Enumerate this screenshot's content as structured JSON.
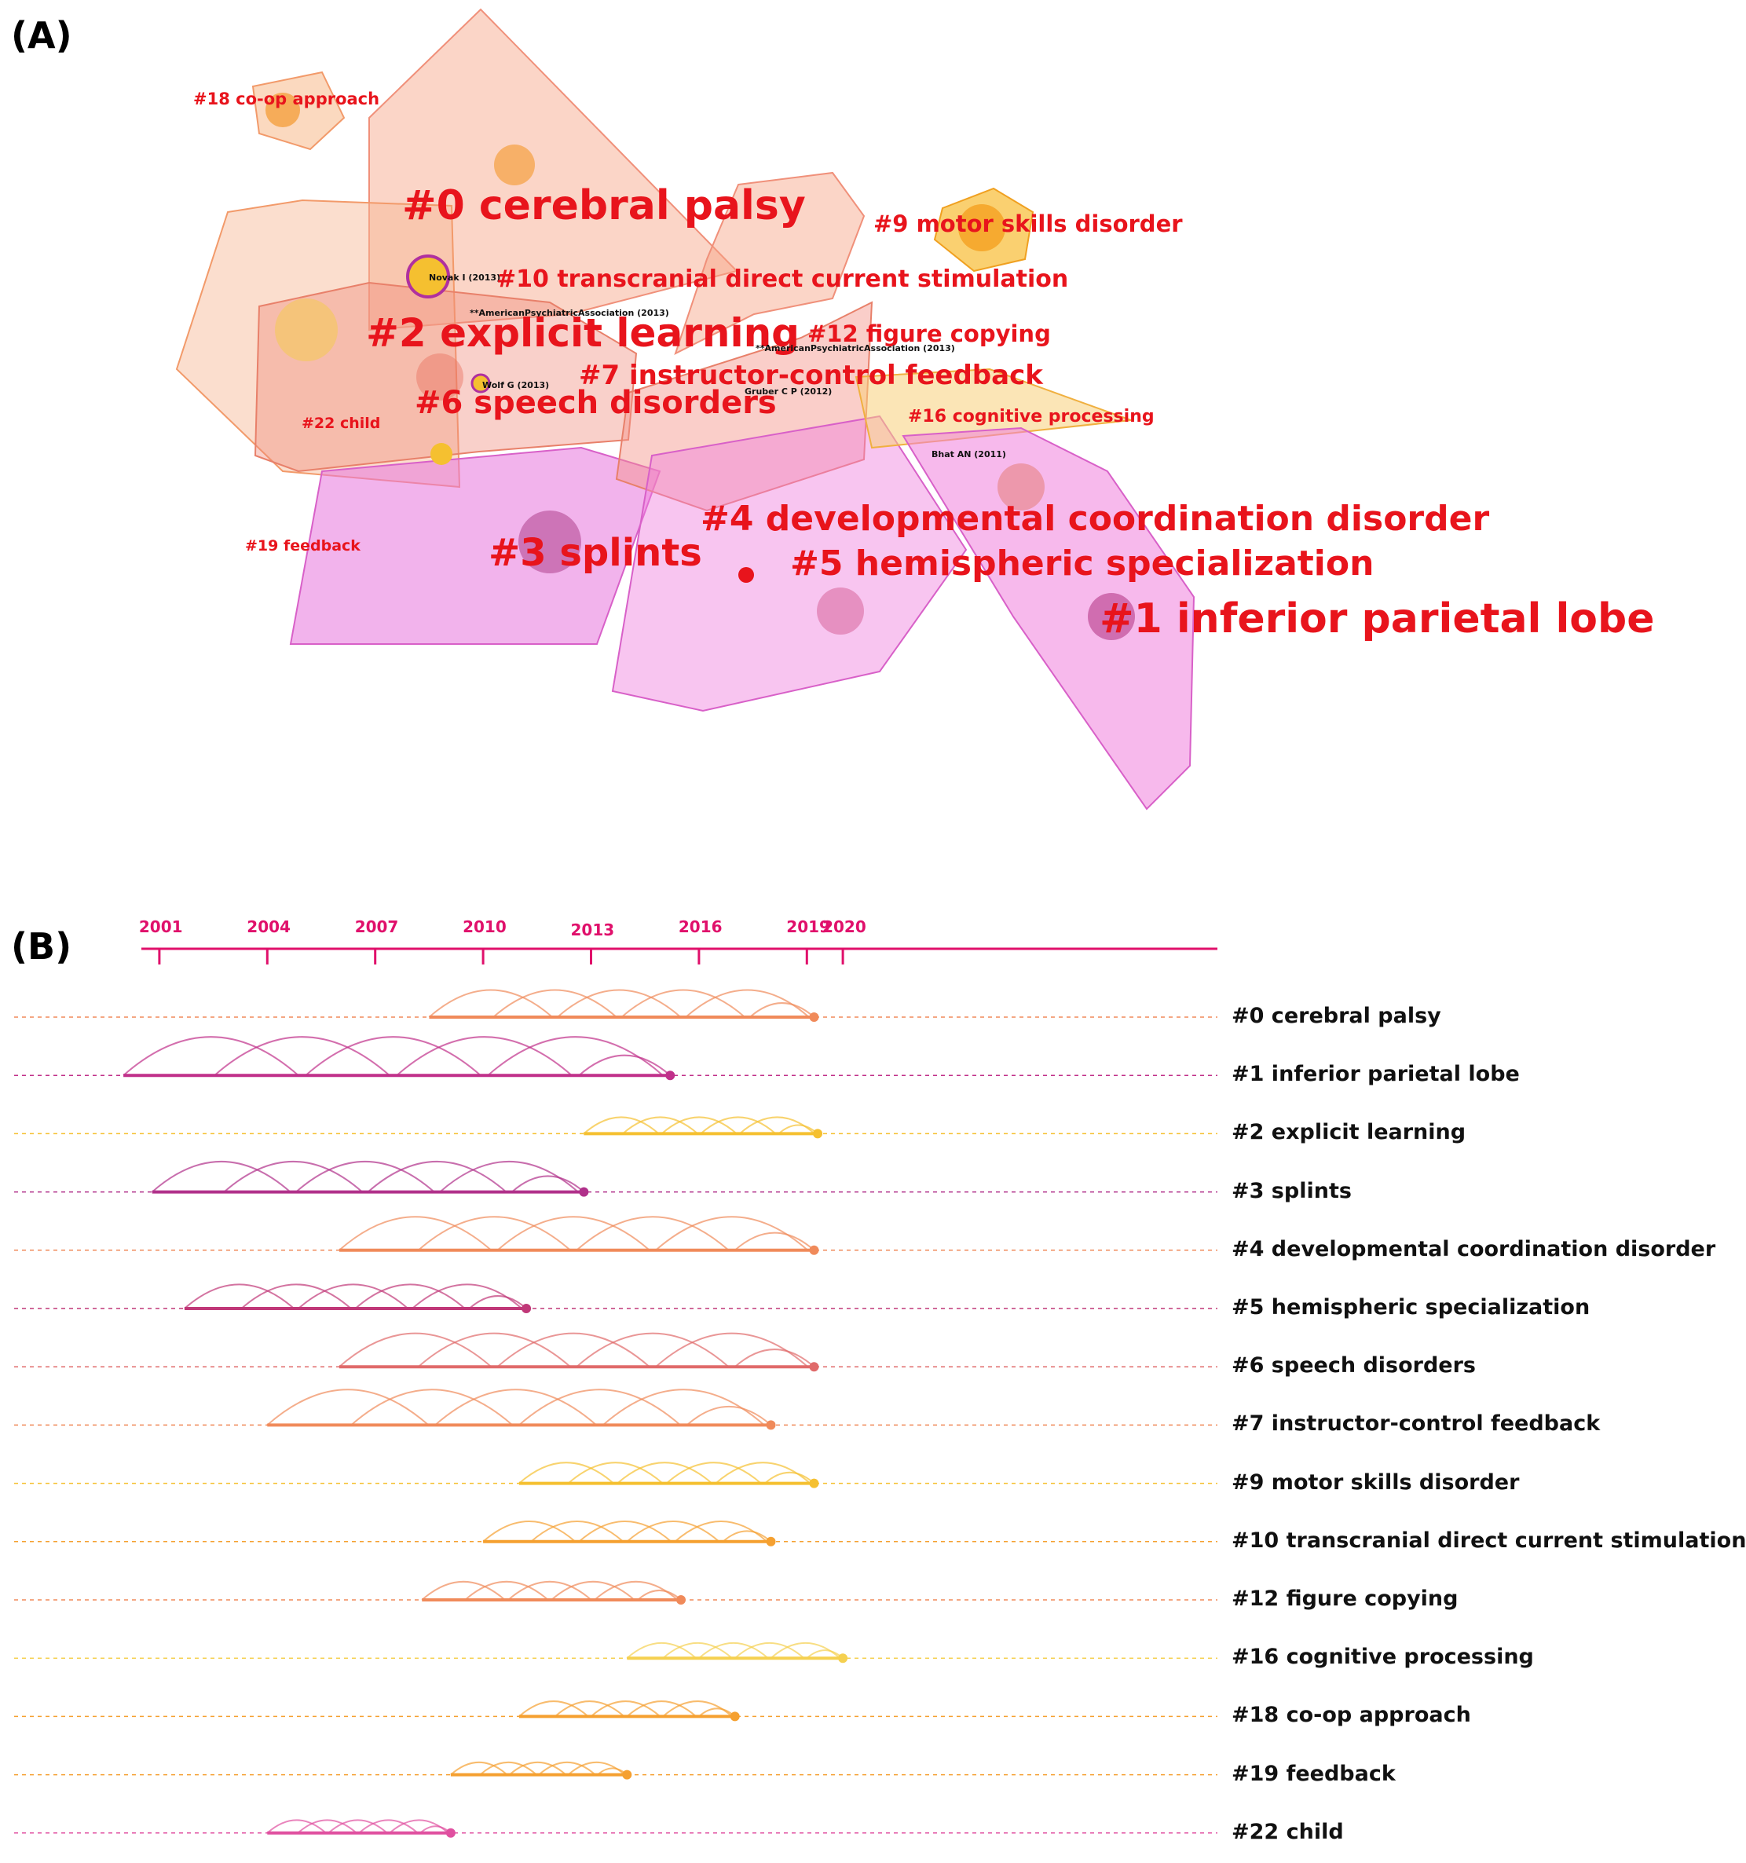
{
  "panel_a": {
    "label": "(A)",
    "clusters": [
      {
        "id": "c0",
        "text": "#0 cerebral palsy",
        "size": "xl",
        "color": "#f5a27a"
      },
      {
        "id": "c1",
        "text": "#1 inferior parietal lobe",
        "size": "xl",
        "color": "#f07fe0"
      },
      {
        "id": "c2",
        "text": "#2 explicit learning",
        "size": "xl",
        "color": "#f59a86"
      },
      {
        "id": "c3",
        "text": "#3 splints",
        "size": "xl",
        "color": "#e37ed6"
      },
      {
        "id": "c4",
        "text": "#4 developmental coordination disorder",
        "size": "lg",
        "color": "#f08ca0"
      },
      {
        "id": "c5",
        "text": "#5 hemispheric specialization",
        "size": "lg",
        "color": "#f08ca0"
      },
      {
        "id": "c6",
        "text": "#6 speech disorders",
        "size": "lg",
        "color": "#f29a8c"
      },
      {
        "id": "c7",
        "text": "#7 instructor-control feedback",
        "size": "md",
        "color": "#f29a8c"
      },
      {
        "id": "c9",
        "text": "#9 motor skills disorder",
        "size": "md",
        "color": "#f5c04a"
      },
      {
        "id": "c10",
        "text": "#10 transcranial direct current stimulation",
        "size": "md",
        "color": "#f5b28a"
      },
      {
        "id": "c12",
        "text": "#12 figure copying",
        "size": "md",
        "color": "#f5b28a"
      },
      {
        "id": "c16",
        "text": "#16 cognitive processing",
        "size": "sm",
        "color": "#f5d27a"
      },
      {
        "id": "c18",
        "text": "#18 co-op approach",
        "size": "sm",
        "color": "#f5b87a"
      },
      {
        "id": "c19",
        "text": "#19 feedback",
        "size": "sm",
        "color": "#f5b87a"
      },
      {
        "id": "c22",
        "text": "#22 child",
        "size": "sm",
        "color": "#f5b87a"
      }
    ],
    "references": [
      "Novak I (2013)",
      "**AmericanPsychiatricAssociation (2013)",
      "**AmericanPsychiatricAssociation (2013)",
      "Wolf G (2013)",
      "Gruber C P (2012)",
      "Bhat AN (2011)"
    ]
  },
  "panel_b": {
    "label": "(B)",
    "axis_years": [
      "2001",
      "2004",
      "2007",
      "2010",
      "2013",
      "2016",
      "2019",
      "2020"
    ],
    "rows": [
      {
        "label": "#0 cerebral palsy",
        "color": "#f08a5a",
        "start": 2008.5,
        "end": 2019.2
      },
      {
        "label": "#1 inferior parietal lobe",
        "color": "#c0308a",
        "start": 2000.0,
        "end": 2015.2
      },
      {
        "label": "#2 explicit learning",
        "color": "#f5c030",
        "start": 2012.8,
        "end": 2019.3
      },
      {
        "label": "#3 splints",
        "color": "#b0308a",
        "start": 2000.8,
        "end": 2012.8
      },
      {
        "label": "#4 developmental coordination disorder",
        "color": "#f08a5a",
        "start": 2006.0,
        "end": 2019.2
      },
      {
        "label": "#5 hemispheric specialization",
        "color": "#c03878",
        "start": 2001.7,
        "end": 2011.2
      },
      {
        "label": "#6 speech disorders",
        "color": "#e06a6a",
        "start": 2006.0,
        "end": 2019.2
      },
      {
        "label": "#7 instructor-control feedback",
        "color": "#f08a5a",
        "start": 2004.0,
        "end": 2018.0
      },
      {
        "label": "#9 motor skills disorder",
        "color": "#f5c030",
        "start": 2011.0,
        "end": 2019.2
      },
      {
        "label": "#10 transcranial direct current stimulation",
        "color": "#f5a030",
        "start": 2010.0,
        "end": 2018.0
      },
      {
        "label": "#12 figure copying",
        "color": "#f08a5a",
        "start": 2008.3,
        "end": 2015.5
      },
      {
        "label": "#16 cognitive processing",
        "color": "#f5d050",
        "start": 2014.0,
        "end": 2020.0
      },
      {
        "label": "#18 co-op approach",
        "color": "#f5a030",
        "start": 2011.0,
        "end": 2017.0
      },
      {
        "label": "#19 feedback",
        "color": "#f5a030",
        "start": 2009.1,
        "end": 2014.0
      },
      {
        "label": "#22 child",
        "color": "#e050a0",
        "start": 2004.0,
        "end": 2009.1
      }
    ]
  }
}
